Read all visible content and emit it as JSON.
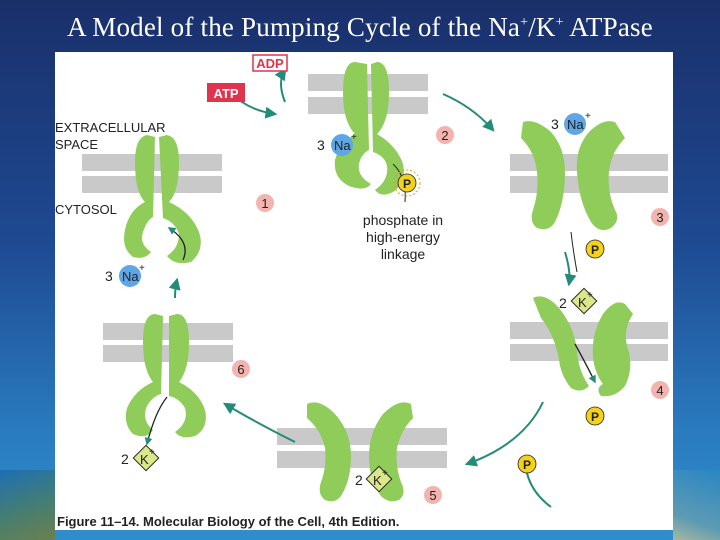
{
  "title": {
    "prefix": "A Model of the Pumping Cycle of the Na",
    "sup1": "+",
    "middle": "/K",
    "sup2": "+",
    "suffix": " ATPase"
  },
  "figure": {
    "caption": "Figure 11–14. Molecular Biology of the Cell, 4th Edition.",
    "labels": {
      "adp": "ADP",
      "atp": "ATP",
      "extracellular": "EXTRACELLULAR",
      "space": "SPACE",
      "cytosol": "CYTOSOL",
      "phosphate_line1": "phosphate in",
      "phosphate_line2": "high-energy",
      "phosphate_line3": "linkage",
      "na_count_3": "3",
      "k_count_2": "2",
      "na_ion": "Na",
      "k_ion": "K",
      "charge": "+",
      "phosphate_symbol": "P"
    },
    "steps": [
      "1",
      "2",
      "3",
      "4",
      "5",
      "6"
    ]
  },
  "colors": {
    "protein": "#8fcc5a",
    "membrane": "#c9c9c9",
    "arrow": "#238c78",
    "step_badge": "#f3b4b0",
    "na_ion": "#5fa6e6",
    "k_ion": "#dbe88a",
    "phosphate": "#f4d21c",
    "atp_bg": "#e0334d"
  }
}
